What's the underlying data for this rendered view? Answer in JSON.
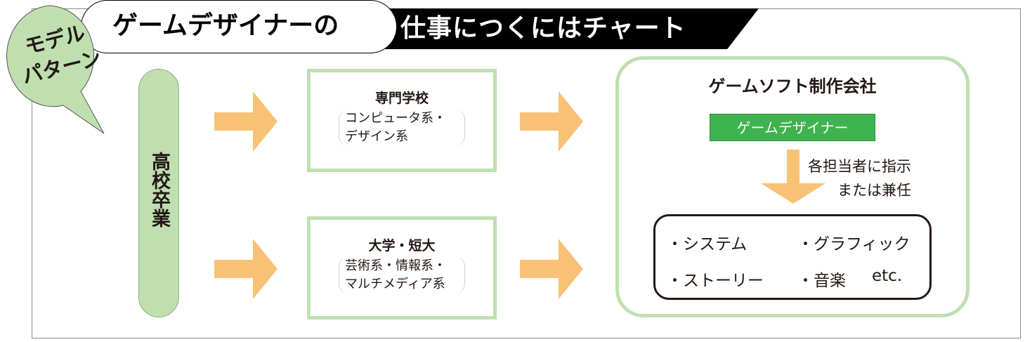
{
  "title": {
    "part1": "ゲームデザイナーの",
    "part2": "仕事につくにはチャート"
  },
  "badge": {
    "line1": "モデル",
    "line2": "パターン"
  },
  "start": "高校卒業",
  "schools": [
    {
      "name": "専門学校",
      "detail_line1": "コンピュータ系・",
      "detail_line2": "デザイン系"
    },
    {
      "name": "大学・短大",
      "detail_line1": "芸術系・情報系・",
      "detail_line2": "マルチメディア系"
    }
  ],
  "company": {
    "name": "ゲームソフト制作会社",
    "role": "ゲームデザイナー",
    "instruction_line1": "各担当者に指示",
    "instruction_line2": "または兼任",
    "tasks": [
      "・システム",
      "・グラフィック",
      "・ストーリー",
      "・音楽",
      "etc."
    ]
  },
  "colors": {
    "light_green": "#bfdfb0",
    "green": "#3fb34f",
    "orange_arrow": "#f8c276",
    "black": "#000000"
  }
}
